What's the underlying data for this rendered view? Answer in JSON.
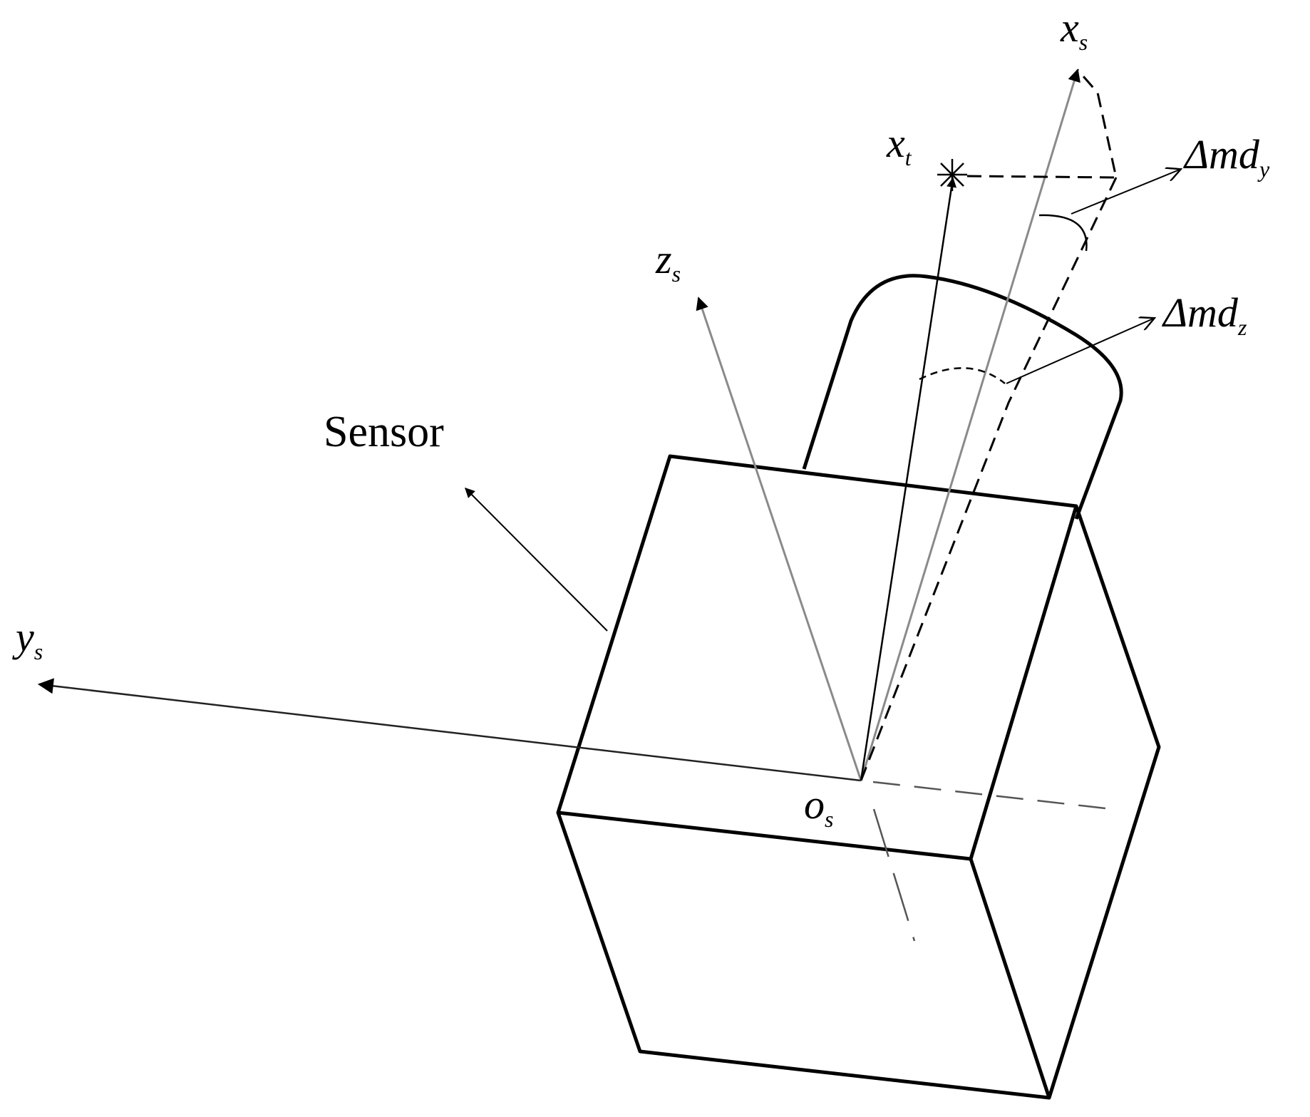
{
  "colors": {
    "line": "#000000",
    "axis": "#8a8a8a",
    "background": "#ffffff"
  },
  "labels": {
    "sensor": "Sensor",
    "xs": {
      "base": "x",
      "sub": "s"
    },
    "xt": {
      "base": "x",
      "sub": "t"
    },
    "zs": {
      "base": "z",
      "sub": "s"
    },
    "ys": {
      "base": "y",
      "sub": "s"
    },
    "os": {
      "base": "o",
      "sub": "s"
    },
    "dmdy": {
      "base": "Δmd",
      "sub": "y"
    },
    "dmdz": {
      "base": "Δmd",
      "sub": "z"
    }
  }
}
